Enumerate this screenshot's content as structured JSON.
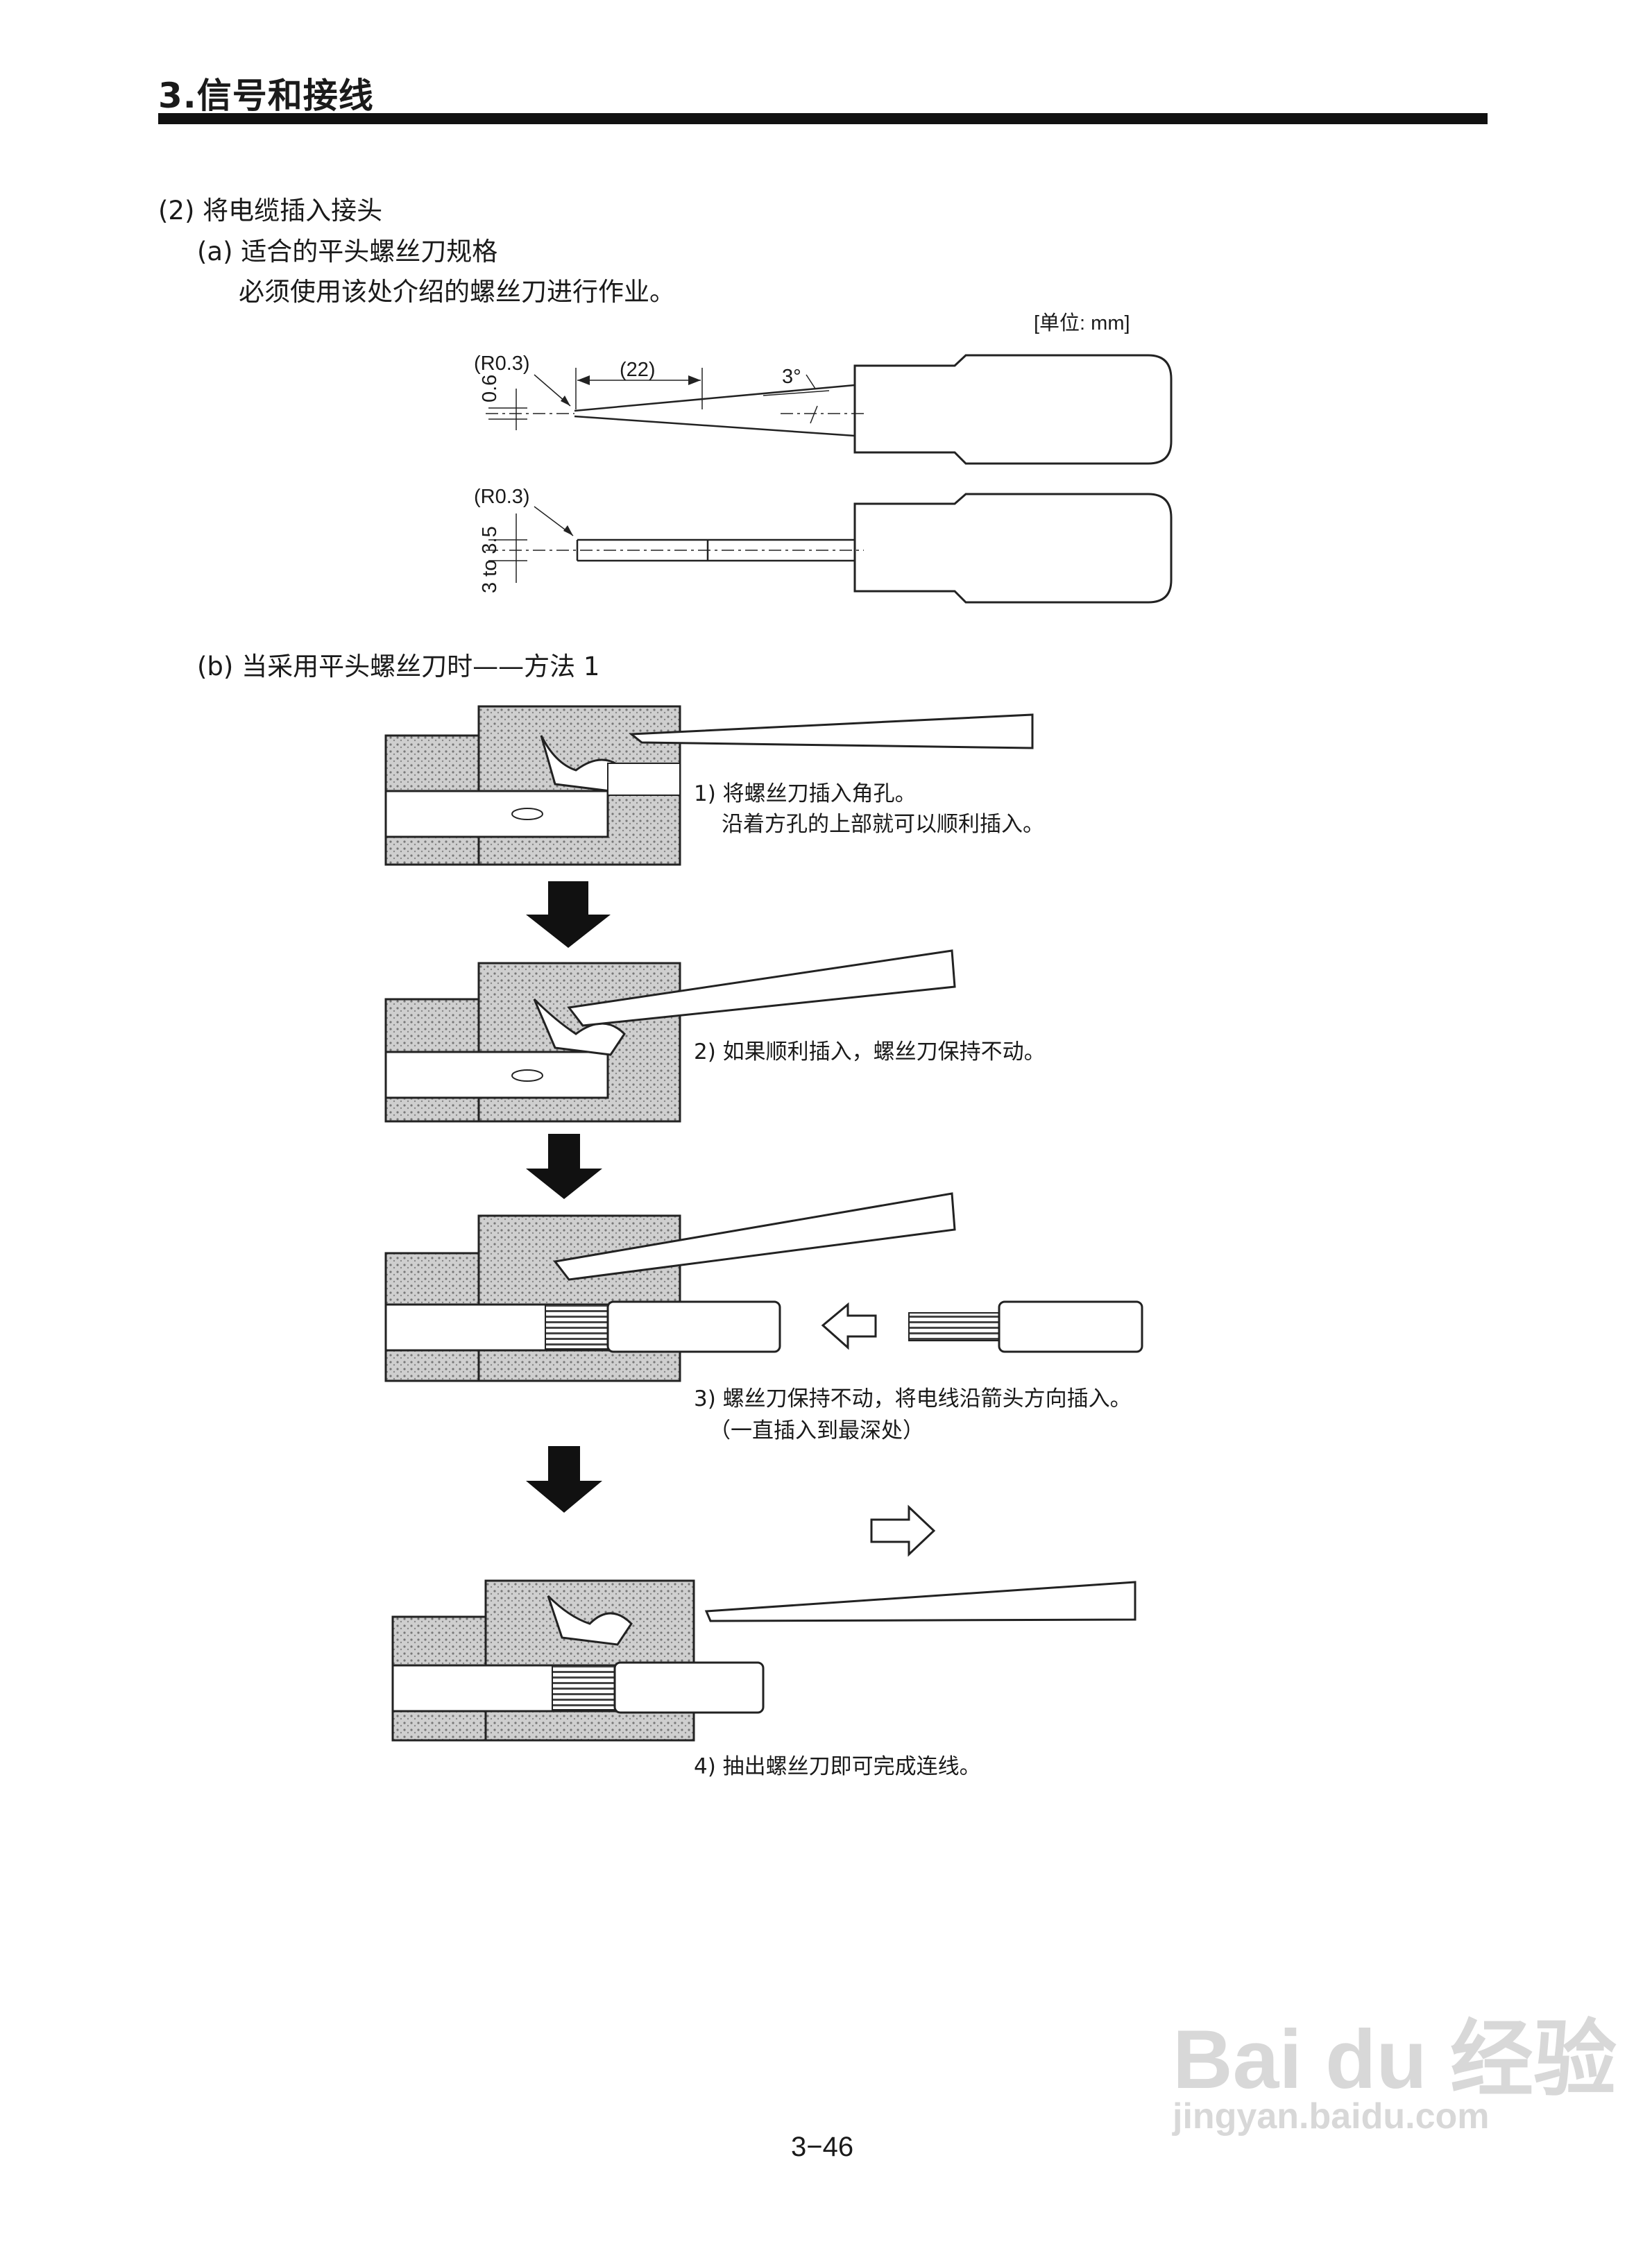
{
  "header": {
    "title": "3.信号和接线"
  },
  "section": {
    "heading": "(2) 将电缆插入接头",
    "sub_a": "(a) 适合的平头螺丝刀规格",
    "sub_a_note": "必须使用该处介绍的螺丝刀进行作业。",
    "sub_b": "(b) 当采用平头螺丝刀时——方法 1"
  },
  "diagram_a": {
    "unit": "[单位: mm]",
    "top_radius": "(R0.3)",
    "length": "(22)",
    "angle": "3°",
    "thickness": "0.6",
    "bottom_radius": "(R0.3)",
    "width": "3 to 3.5"
  },
  "steps": [
    {
      "line1": "1) 将螺丝刀插入角孔。",
      "line2": "沿着方孔的上部就可以顺利插入。"
    },
    {
      "line1": "2) 如果顺利插入，螺丝刀保持不动。",
      "line2": ""
    },
    {
      "line1": "3) 螺丝刀保持不动，将电线沿箭头方向插入。",
      "line2": "（一直插入到最深处）"
    },
    {
      "line1": "4) 抽出螺丝刀即可完成连线。",
      "line2": ""
    }
  ],
  "page_number": "3−46",
  "watermark": {
    "brand": "Bai du 经验",
    "url": "jingyan.baidu.com"
  }
}
